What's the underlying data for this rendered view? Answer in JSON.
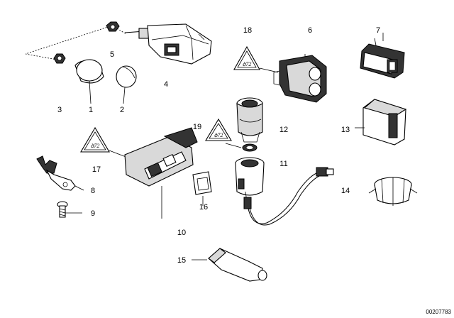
{
  "diagram": {
    "labels": {
      "p1": "1",
      "p2": "2",
      "p3": "3",
      "p4": "4",
      "p5": "5",
      "p6": "6",
      "p7": "7",
      "p8": "8",
      "p9": "9",
      "p10": "10",
      "p11": "11",
      "p12": "12",
      "p13": "13",
      "p14": "14",
      "p15": "15",
      "p16": "16",
      "p17": "17",
      "p18": "18",
      "p19": "19"
    },
    "warning_symbol_text": "ꝺ72",
    "reference_number": "00207783"
  }
}
